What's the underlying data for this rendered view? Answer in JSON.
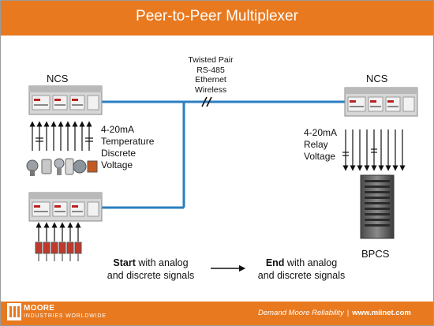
{
  "title": "Peer-to-Peer Multiplexer",
  "ncs_left_label": "NCS",
  "ncs_right_label": "NCS",
  "transmission": [
    "Twisted Pair",
    "RS-485",
    "Ethernet",
    "Wireless"
  ],
  "input_signals": [
    "4-20mA",
    "Temperature",
    "Discrete",
    "Voltage"
  ],
  "output_signals": [
    "4-20mA",
    "Relay",
    "Voltage"
  ],
  "bpcs_label": "BPCS",
  "start": {
    "bold": "Start",
    "rest_line1": " with analog",
    "line2": "and discrete signals"
  },
  "end": {
    "bold": "End",
    "rest_line1": " with analog",
    "line2": "and discrete signals"
  },
  "footer": {
    "logo_line1": "MOORE",
    "logo_line2": "INDUSTRIES WORLDWIDE",
    "tagline": "Demand Moore Reliability",
    "separator": "|",
    "url": "www.miinet.com"
  },
  "colors": {
    "accent": "#e8791f",
    "link_line": "#2a7fc1"
  }
}
